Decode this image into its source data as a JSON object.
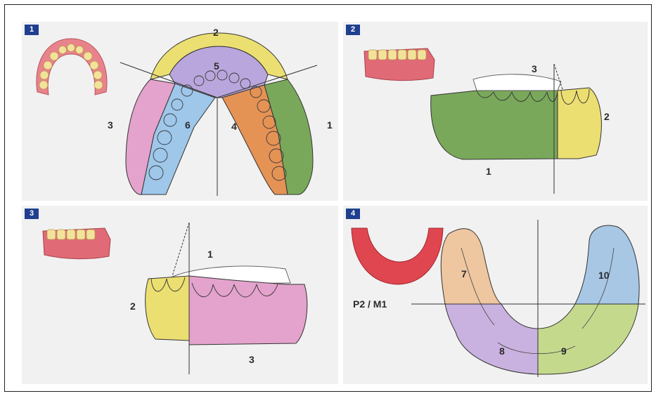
{
  "panels": [
    {
      "id": "panel-1",
      "badge": "1",
      "labels": {
        "r1": "1",
        "r2": "2",
        "r3": "3",
        "r4": "4",
        "r5": "5",
        "r6": "6"
      }
    },
    {
      "id": "panel-2",
      "badge": "2",
      "labels": {
        "r1": "1",
        "r2": "2",
        "r3": "3"
      }
    },
    {
      "id": "panel-3",
      "badge": "3",
      "labels": {
        "r1": "1",
        "r2": "2",
        "r3": "3"
      }
    },
    {
      "id": "panel-4",
      "badge": "4",
      "labels": {
        "r7": "7",
        "r8": "8",
        "r9": "9",
        "r10": "10",
        "reference": "P2 / M1"
      }
    }
  ],
  "colors": {
    "green": "#79a85a",
    "yellow": "#ecdf72",
    "purple": "#b9a6dc",
    "pink": "#e3a3cc",
    "blue": "#9ec7ea",
    "orange": "#e59255",
    "peach": "#eec6a0",
    "lilac": "#c9b2df",
    "lime": "#c5d98d",
    "sky": "#a7c7e5",
    "gum": "#e06a76",
    "tooth": "#f3e29a",
    "badge": "#1f3f8f"
  }
}
